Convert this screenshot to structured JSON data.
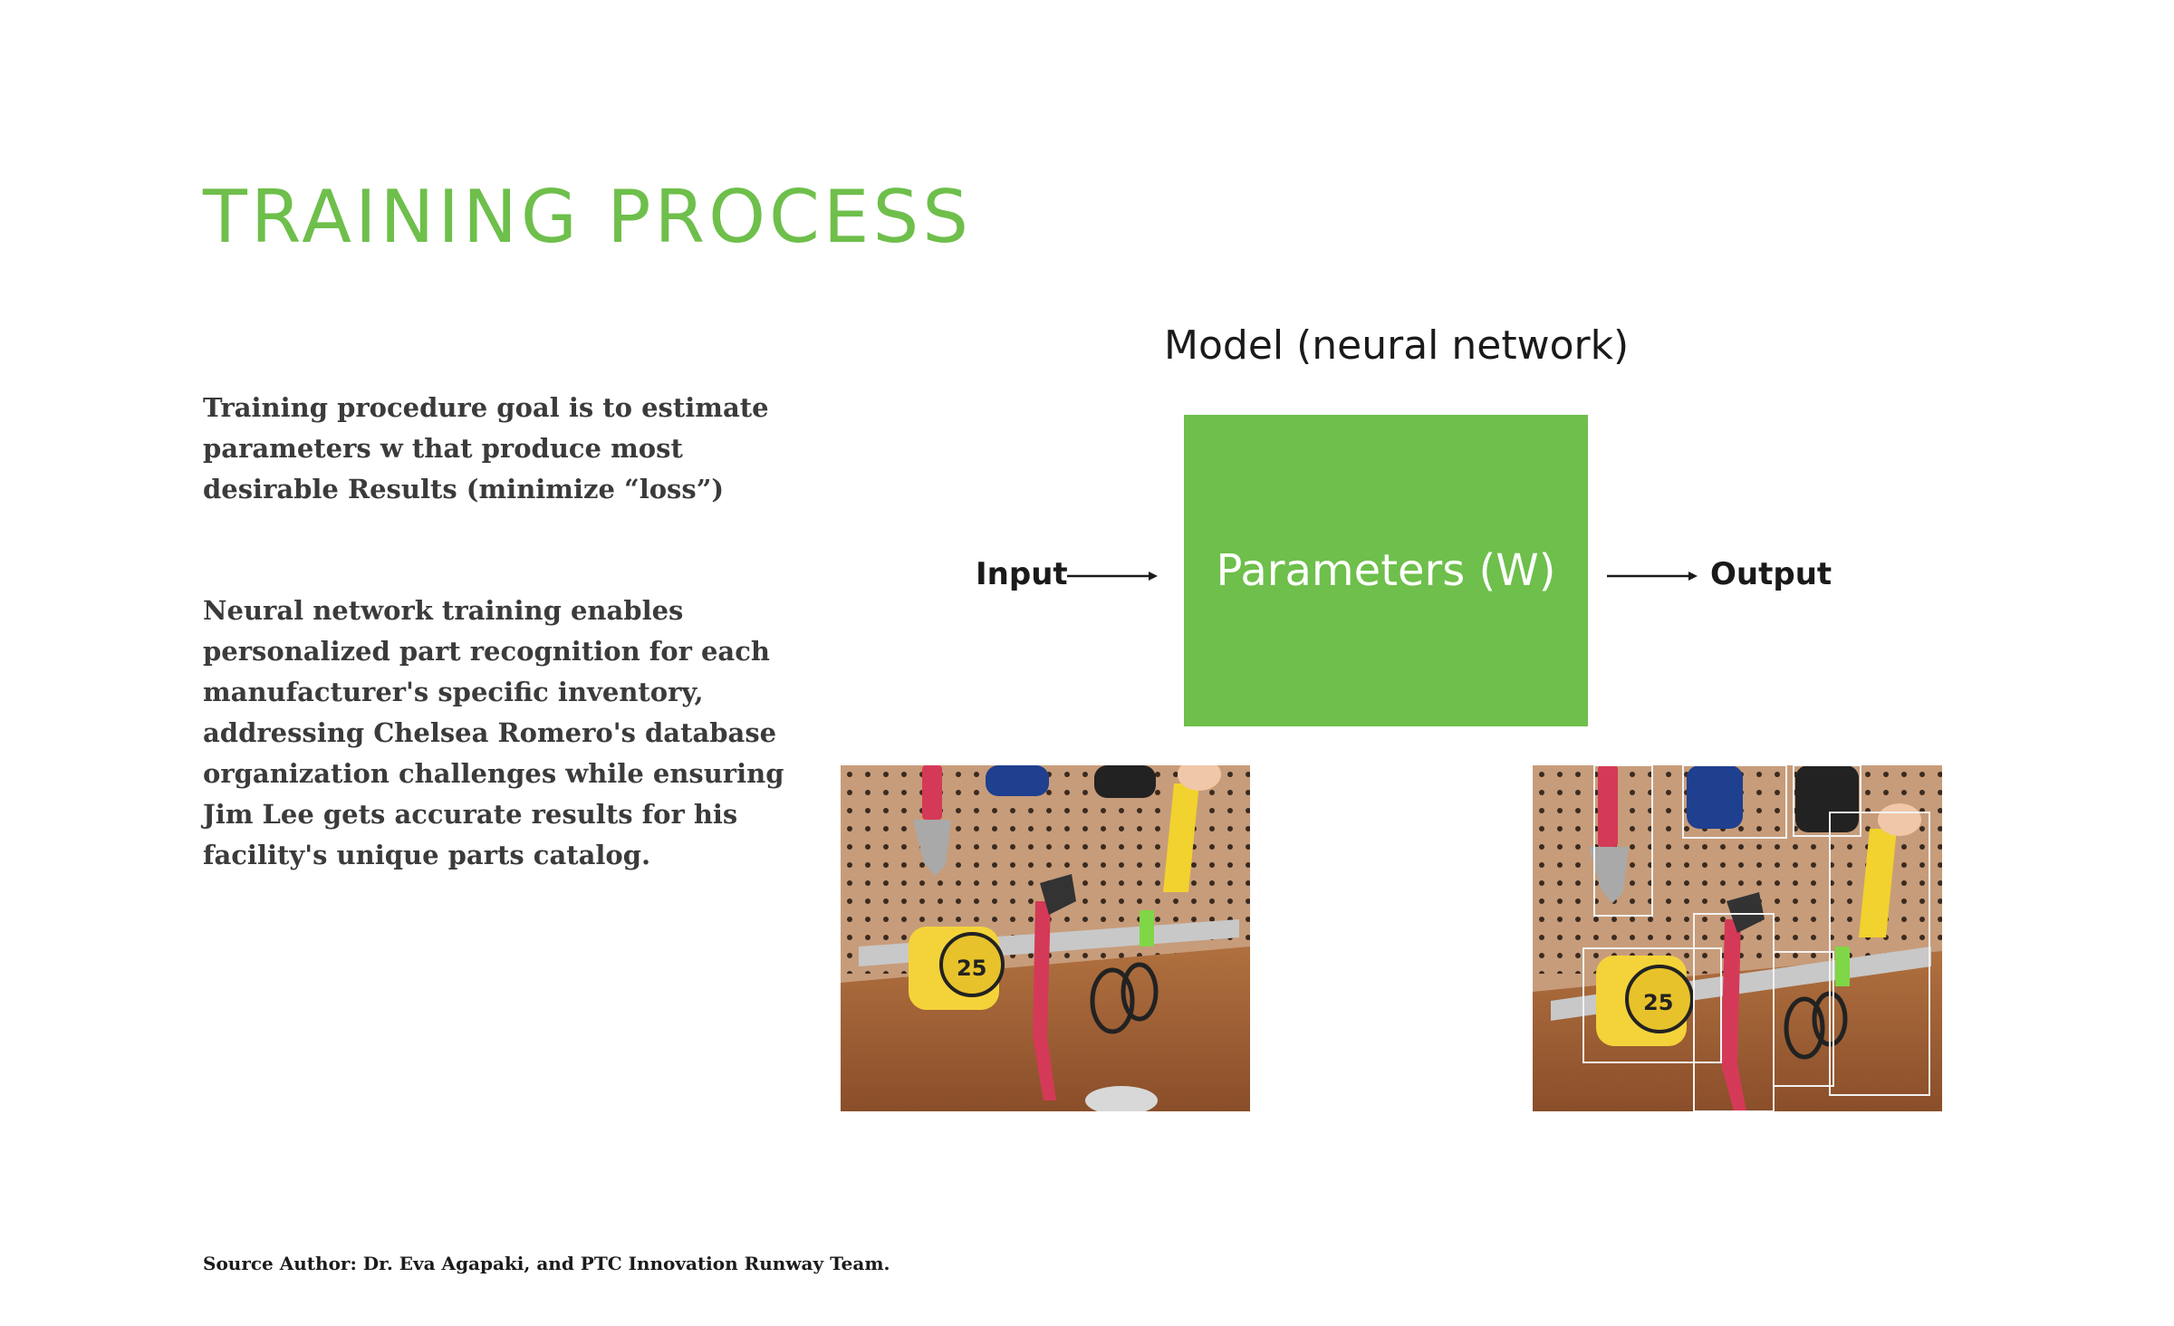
{
  "slide": {
    "title": "TRAINING PROCESS",
    "paragraph_1": "Training procedure goal is to estimate parameters w that produce most desirable Results (minimize “loss”)",
    "paragraph_2": "Neural network training enables personalized part recognition for each manufacturer's specific inventory, addressing Chelsea Romero's database organization challenges while ensuring Jim Lee gets accurate results for his facility's unique parts catalog.",
    "source": "Source Author: Dr. Eva Agapaki, and PTC Innovation Runway Team."
  },
  "diagram": {
    "model_label": "Model (neural network)",
    "parameters_label": "Parameters (W)",
    "input_label": "Input",
    "output_label": "Output"
  },
  "images": {
    "left": "pegboard-tools-photo",
    "right": "pegboard-tools-photo-with-detection-boxes"
  },
  "colors": {
    "accent_green": "#6ebf4b",
    "body_text": "#3b3b3b",
    "dark_text": "#1a1a1a"
  }
}
